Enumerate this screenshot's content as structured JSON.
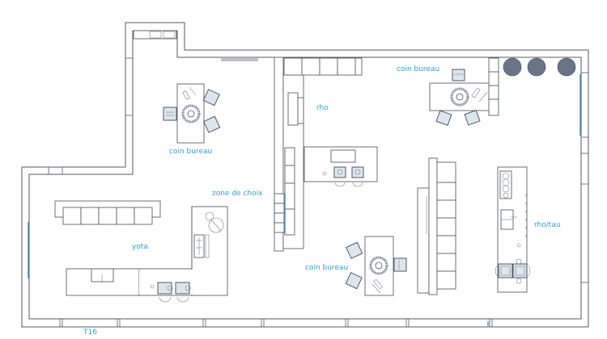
{
  "floor_plan": {
    "labels": {
      "coin_bureau_top_left": "coin bureau",
      "coin_bureau_top_right": "coin bureau",
      "coin_bureau_bottom": "coin bureau",
      "rho": "rho",
      "zone_de_choix": "zone de choix",
      "yota": "yota",
      "rho_tau": "rho/tau",
      "room_code": "T16"
    },
    "colors": {
      "label_text": "#3d9bc8",
      "walls": "#555a60",
      "windows": "#4b86b4",
      "furniture_fill": "#ffffff",
      "chair_fill": "#dfe5ec",
      "plant_fill": "#6b7486"
    }
  }
}
